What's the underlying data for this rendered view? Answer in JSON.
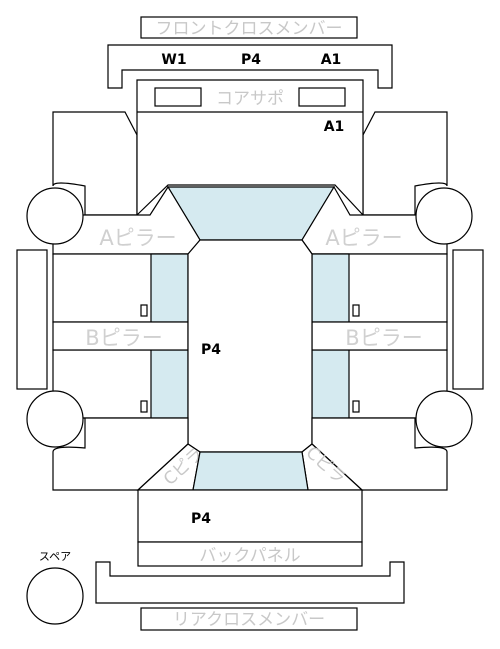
{
  "labels": {
    "front_cross_member": "フロントクロスメンバー",
    "core_support": "コアサポ",
    "a_pillar_left": "Aピラー",
    "a_pillar_right": "Aピラー",
    "b_pillar_left": "Bピラー",
    "b_pillar_right": "Bピラー",
    "c_pillar_left": "Cピラ",
    "c_pillar_right": "Cピラ",
    "back_panel": "バックパネル",
    "rear_cross_member": "リアクロスメンバー",
    "spare": "スペア"
  },
  "marks": {
    "front_left": "W1",
    "front_center": "P4",
    "front_right": "A1",
    "core_support": "A1",
    "roof": "P4",
    "trunk": "P4"
  },
  "colors": {
    "glass": "#d5eaf0",
    "outline": "#000000",
    "part_label": "#c8c8c8"
  }
}
